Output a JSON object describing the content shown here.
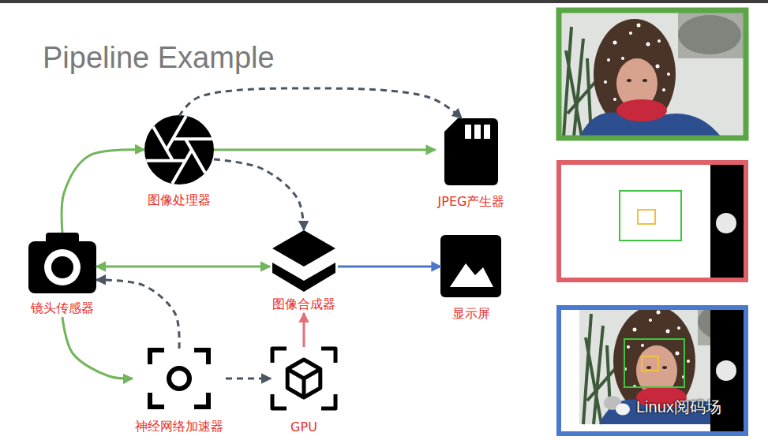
{
  "diagram": {
    "title": "Pipeline Example",
    "nodes": [
      {
        "text": [
          "图像处理器"
        ]
      },
      {
        "text": [
          "JPEG产生器"
        ]
      },
      {
        "text": [
          "镜头传感器"
        ]
      },
      {
        "text": [
          "图像合成器"
        ]
      },
      {
        "text": [
          "显示屏"
        ]
      },
      {
        "text": [
          "神经网络加速器"
        ]
      },
      {
        "text": [
          "GPU"
        ]
      }
    ],
    "edges": [
      {
        "from": 2,
        "to": 0,
        "arrow": "to"
      },
      {
        "from": 0,
        "to": 1,
        "arrow": "to"
      },
      {
        "from": 0,
        "to": 1,
        "arrow": "to"
      },
      {
        "from": 0,
        "to": 3,
        "arrow": "to"
      },
      {
        "from": 2,
        "to": 3,
        "arrow": "both"
      },
      {
        "from": 3,
        "to": 4,
        "arrow": "to"
      },
      {
        "from": 2,
        "to": 5,
        "arrow": "to"
      },
      {
        "from": 5,
        "to": 2,
        "arrow": "to"
      },
      {
        "from": 5,
        "to": 6,
        "arrow": "to"
      },
      {
        "from": 6,
        "to": 3,
        "arrow": "to"
      }
    ],
    "labels": [
      "Linux阅码场"
    ]
  }
}
